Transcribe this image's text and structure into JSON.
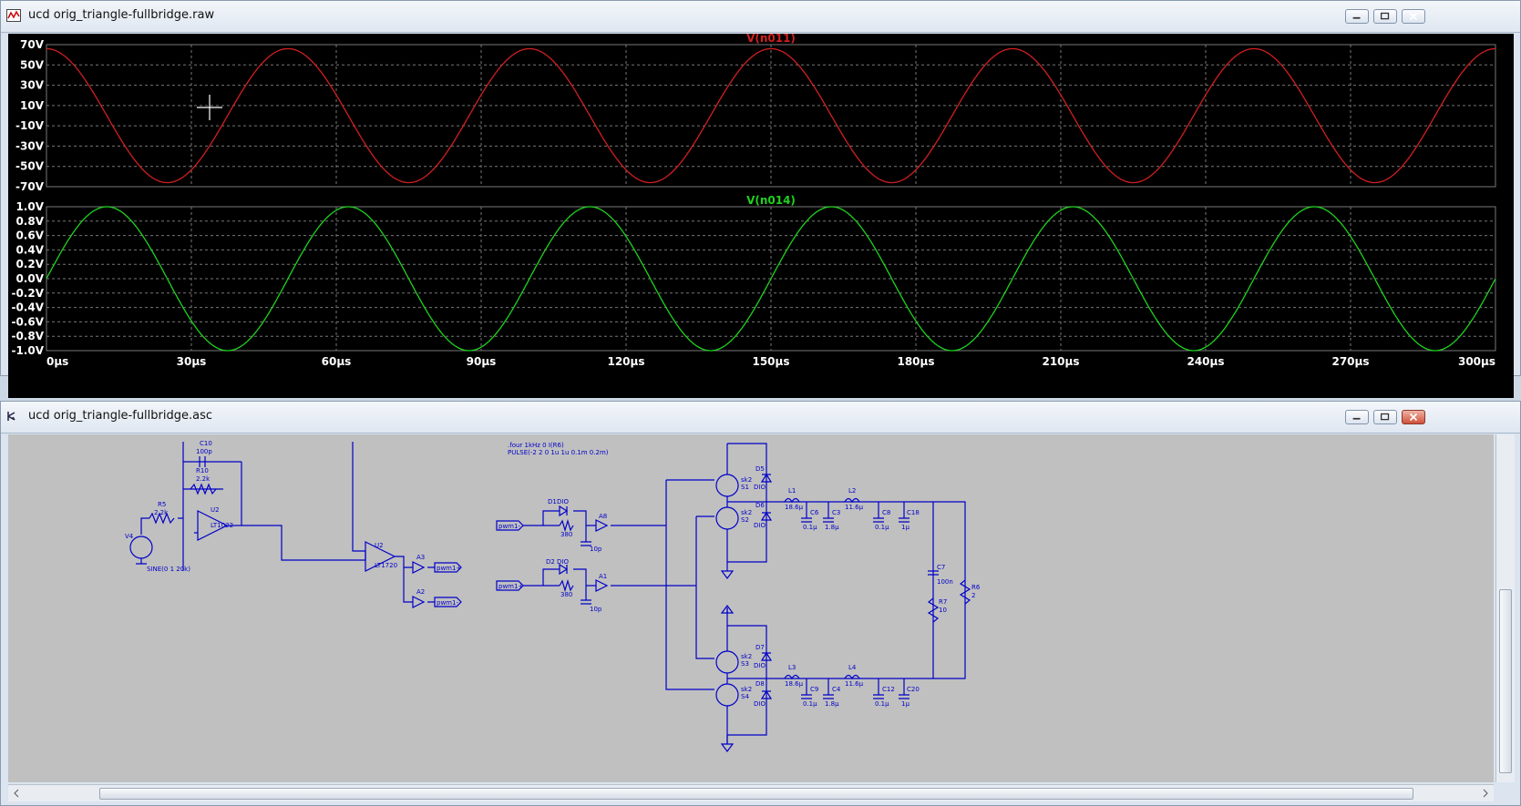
{
  "waveform_window": {
    "title": "ucd orig_triangle-fullbridge.raw",
    "colors": {
      "upper_trace": "#d21f1f",
      "lower_trace": "#1fd21f",
      "grid": "#777777",
      "axis_text": "#ffffff",
      "background": "#000000"
    }
  },
  "schematic_window": {
    "title": "ucd orig_triangle-fullbridge.asc",
    "colors": {
      "wire": "#0000c8",
      "background": "#c0c0c0"
    }
  },
  "chart_data": [
    {
      "type": "line",
      "title": "V(n011)",
      "x_ticks": [
        "0µs",
        "30µs",
        "60µs",
        "90µs",
        "120µs",
        "150µs",
        "180µs",
        "210µs",
        "240µs",
        "270µs",
        "300µs"
      ],
      "y_ticks": [
        "70V",
        "50V",
        "30V",
        "10V",
        "-10V",
        "-30V",
        "-50V",
        "-70V"
      ],
      "xlim": [
        0,
        300
      ],
      "ylim": [
        -70,
        70
      ],
      "series": [
        {
          "name": "V(n011)",
          "waveform": "sine",
          "amplitude": 66,
          "period_us": 50,
          "phase_deg": 90,
          "color": "#d21f1f"
        }
      ]
    },
    {
      "type": "line",
      "title": "V(n014)",
      "x_ticks": [
        "0µs",
        "30µs",
        "60µs",
        "90µs",
        "120µs",
        "150µs",
        "180µs",
        "210µs",
        "240µs",
        "270µs",
        "300µs"
      ],
      "y_ticks": [
        "1.0V",
        "0.8V",
        "0.6V",
        "0.4V",
        "0.2V",
        "0.0V",
        "-0.2V",
        "-0.4V",
        "-0.6V",
        "-0.8V",
        "-1.0V"
      ],
      "xlim": [
        0,
        300
      ],
      "ylim": [
        -1,
        1
      ],
      "series": [
        {
          "name": "V(n014)",
          "waveform": "sine",
          "amplitude": 1,
          "period_us": 50,
          "phase_deg": 0,
          "color": "#1fd21f"
        }
      ]
    }
  ],
  "schematic": {
    "directive1": ".four 1kHz 0 I(R6)",
    "directive2": "PULSE(-2 2 0 1u 1u 0.1m 0.2m)",
    "labels": {
      "C10": "C10",
      "C10v": "100p",
      "R10": "R10",
      "R10v": "2.2k",
      "R5": "R5",
      "R5v": "2.2k",
      "U2a": "U2",
      "U2a_model": "LT1022",
      "V4": "V4",
      "V4v": "SINE(0 1 20k)",
      "U2b": "U2",
      "U2b_model": "LT1720",
      "A3": "A3",
      "A2": "A2",
      "pwm1p_out": "pwm1+",
      "pwm1m_out": "pwm1-",
      "pwm1m_in": "pwm1-",
      "pwm1p_in": "pwm1+",
      "D1": "D1",
      "D1v": "DIO",
      "D2": "D2",
      "D2v": "DIO",
      "R_a": "380",
      "R_b": "380",
      "A8": "A8",
      "A1": "A1",
      "C_a": "10p",
      "C_b": "10p",
      "S1": "S1",
      "S2": "S2",
      "S3": "S3",
      "S4": "S4",
      "sw": "sk2",
      "D5": "D5",
      "D6": "D6",
      "D7": "D7",
      "D8": "D8",
      "DIO": "DIO",
      "L1": "L1",
      "L1v": "18.6µ",
      "L2": "L2",
      "L2v": "11.6µ",
      "L3": "L3",
      "L3v": "18.6µ",
      "L4": "L4",
      "L4v": "11.6µ",
      "C6": "C6",
      "C6v": "0.1µ",
      "C3": "C3",
      "C3v": "1.8µ",
      "C8": "C8",
      "C8v": "0.1µ",
      "C18": "C18",
      "C18v": "1µ",
      "C9": "C9",
      "C9v": "0.1µ",
      "C4": "C4",
      "C4v": "1.8µ",
      "C12": "C12",
      "C12v": "0.1µ",
      "C20": "C20",
      "C20v": "1µ",
      "C7": "C7",
      "C7v": "100n",
      "R7": "R7",
      "R7v": "10",
      "R6": "R6",
      "R6v": "2"
    }
  }
}
